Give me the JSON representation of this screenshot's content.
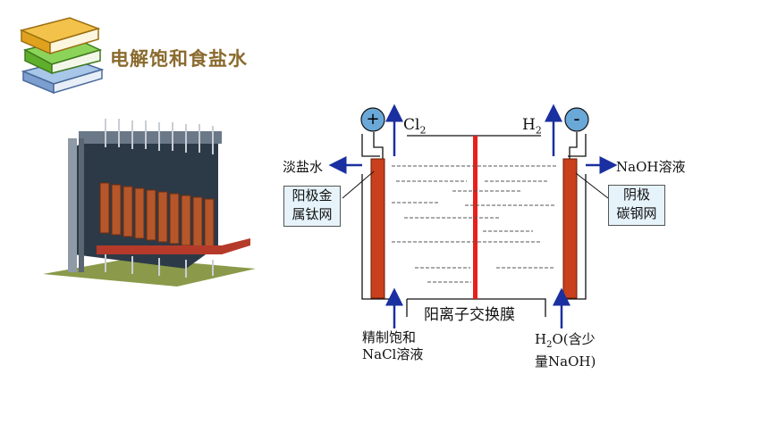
{
  "slide": {
    "title": "电解饱和食盐水"
  },
  "diagram": {
    "anode_sign": "+",
    "cathode_sign": "-",
    "cl2_main": "Cl",
    "cl2_sub": "2",
    "h2_main": "H",
    "h2_sub": "2",
    "left_outlet": "淡盐水",
    "right_outlet": "NaOH溶液",
    "anode_label_line1": "阳极金",
    "anode_label_line2": "属钛网",
    "cathode_label_line1": "阴极",
    "cathode_label_line2": "碳钢网",
    "membrane_label": "阳离子交换膜",
    "left_inlet_line1": "精制饱和",
    "left_inlet_line2": "NaCl溶液",
    "right_inlet_line1_pre": "H",
    "right_inlet_line1_sub": "2",
    "right_inlet_line1_post": "O(含少",
    "right_inlet_line2": "量NaOH)"
  },
  "colors": {
    "title": "#8a6a2e",
    "electrode": "#c8401c",
    "membrane": "#e8201c",
    "arrow": "#1a2fa0",
    "terminal": "#6aa8d8",
    "label_box": "#e6f3fb"
  },
  "icons": [
    "books-icon",
    "electrolyzer-photo"
  ]
}
